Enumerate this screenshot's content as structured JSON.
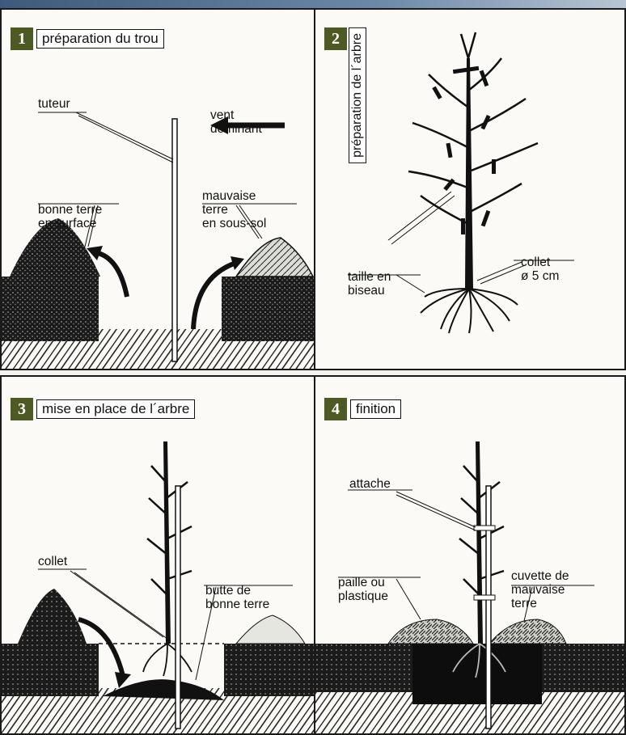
{
  "panels": [
    {
      "number": "1",
      "title": "préparation du trou",
      "labels": {
        "tuteur": "tuteur",
        "vent": [
          "vent",
          "dominant"
        ],
        "bonne": [
          "bonne terre",
          "en surface"
        ],
        "mauvaise": [
          "mauvaise",
          "terre",
          "en sous-sol"
        ]
      }
    },
    {
      "number": "2",
      "title": "préparation de l´arbre",
      "labels": {
        "taille": [
          "taille en",
          "biseau"
        ],
        "collet": [
          "collet",
          "ø 5 cm"
        ]
      }
    },
    {
      "number": "3",
      "title": "mise en place de l´arbre",
      "labels": {
        "collet": "collet",
        "butte": [
          "butte de",
          "bonne terre"
        ]
      }
    },
    {
      "number": "4",
      "title": "finition",
      "labels": {
        "attache": "attache",
        "paille": [
          "paille ou",
          "plastique"
        ],
        "cuvette": [
          "cuvette de",
          "mauvaise",
          "terre"
        ]
      }
    }
  ],
  "colors": {
    "badge": "#4e5a23",
    "ink": "#111111"
  }
}
